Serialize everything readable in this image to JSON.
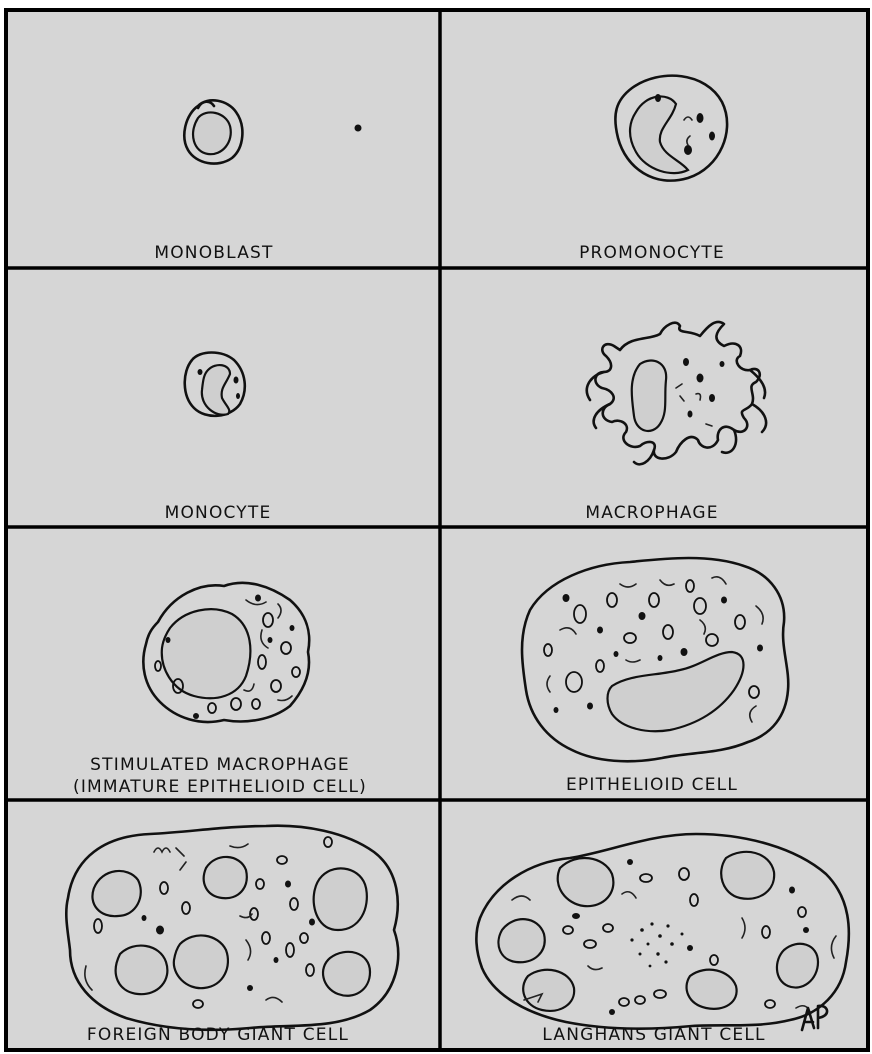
{
  "panels": [
    {
      "id": "monoblast",
      "label": "MONOBLAST"
    },
    {
      "id": "promonocyte",
      "label": "PROMONOCYTE"
    },
    {
      "id": "monocyte",
      "label": "MONOCYTE"
    },
    {
      "id": "macrophage",
      "label": "MACROPHAGE"
    },
    {
      "id": "stimulated-macrophage",
      "label": "STIMULATED MACROPHAGE",
      "label2": "(IMMATURE EPITHELIOID CELL)"
    },
    {
      "id": "epithelioid-cell",
      "label": "EPITHELIOID CELL"
    },
    {
      "id": "foreign-body-giant-cell",
      "label": "FOREIGN BODY GIANT CELL"
    },
    {
      "id": "langhans-giant-cell",
      "label": "LANGHANS GIANT CELL"
    }
  ],
  "colors": {
    "background": "#d6d6d6",
    "ink": "#111111",
    "frame": "#000000"
  }
}
